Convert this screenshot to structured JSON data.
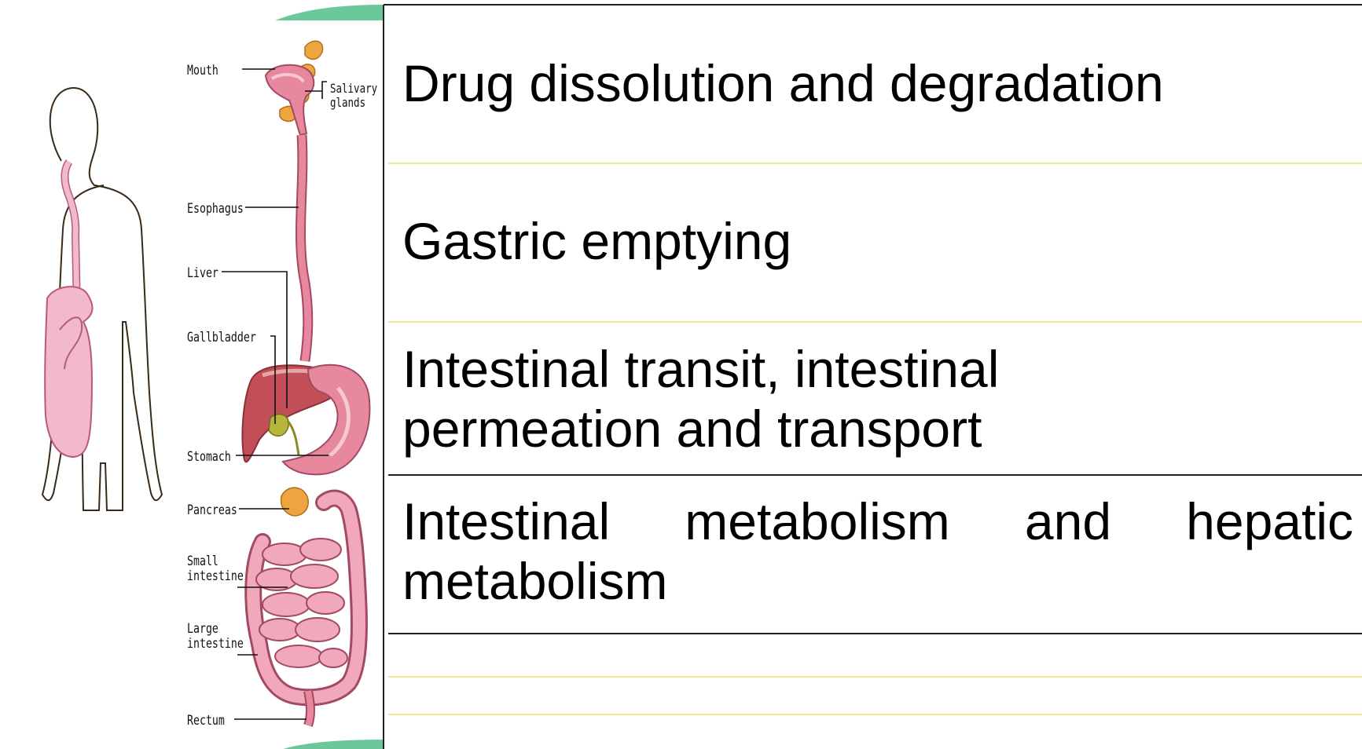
{
  "body_diagram": {
    "labels": [
      {
        "id": "mouth",
        "text": "Mouth"
      },
      {
        "id": "salivary",
        "text": "Salivary\nglands"
      },
      {
        "id": "esophagus",
        "text": "Esophagus"
      },
      {
        "id": "liver",
        "text": "Liver"
      },
      {
        "id": "gallbladder",
        "text": "Gallbladder"
      },
      {
        "id": "stomach",
        "text": "Stomach"
      },
      {
        "id": "pancreas",
        "text": "Pancreas"
      },
      {
        "id": "small_intestine",
        "text": "Small\nintestine"
      },
      {
        "id": "large_intestine",
        "text": "Large\nintestine"
      },
      {
        "id": "rectum",
        "text": "Rectum"
      }
    ]
  },
  "items": [
    {
      "text": "Drug dissolution and degradation"
    },
    {
      "text": "Gastric emptying"
    },
    {
      "text": "Intestinal transit, intestinal permeation and transport"
    },
    {
      "text": "Intestinal metabolism and hepatic metabolism"
    }
  ],
  "colors": {
    "organ_pink": "#f2b8cb",
    "tract_pink": "#e8889f",
    "liver_red": "#c24f57",
    "gland_orange": "#eea43f",
    "gallbladder_olive": "#b8b63a",
    "accent_green": "#6cc79b",
    "rule_yellow": "#f3e68e",
    "rule_dark": "#222222"
  }
}
